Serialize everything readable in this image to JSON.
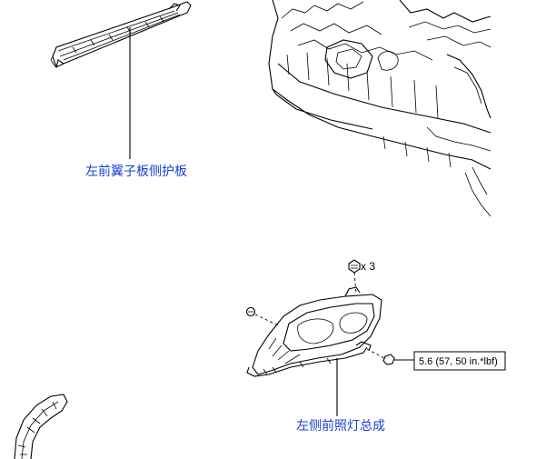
{
  "callouts": {
    "fender_seal": "左前翼子板侧护板",
    "headlight_assembly": "左侧前照灯总成",
    "bolt_count": "x 3",
    "torque_spec": "5.6 (57, 50 in.*lbf)"
  },
  "icons": {
    "fender_seal": "fender-side-seal-part-icon",
    "engine_bay": "front-body-structure-icon",
    "headlight": "headlight-assembly-icon",
    "bolt": "bolt-icon",
    "screw": "screw-icon",
    "fender_liner": "fender-liner-part-icon"
  },
  "colors": {
    "callout_text": "#1a3fd6",
    "linework": "#000000"
  }
}
